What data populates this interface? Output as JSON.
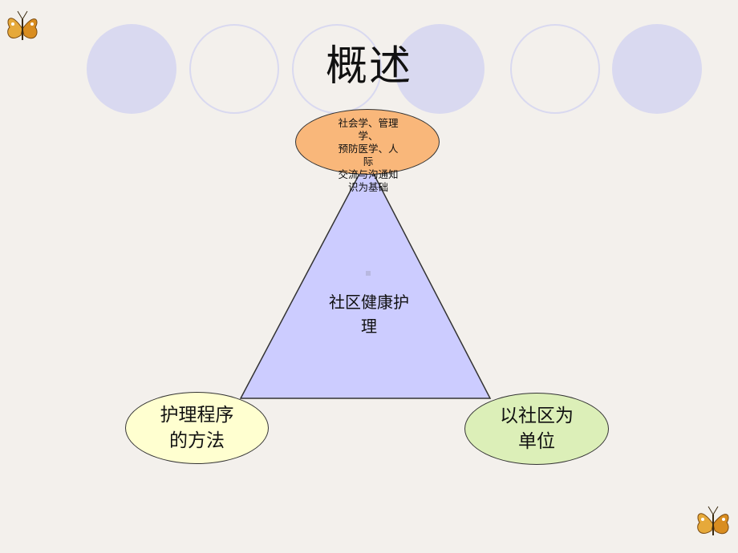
{
  "title": "概述",
  "top_oval": {
    "lines": [
      "社会学、管理",
      "学、",
      "预防医学、人",
      "际",
      "交流与沟通知",
      "识为基础"
    ]
  },
  "center": {
    "lines": [
      "社区健康护",
      "理"
    ]
  },
  "left_oval": {
    "lines": [
      "护理程序",
      "的方法"
    ]
  },
  "right_oval": {
    "lines": [
      "以社区为",
      "单位"
    ]
  },
  "colors": {
    "background": "#f3f0ec",
    "deco_circle": "#d9d9f0",
    "triangle": "#ccccff",
    "top_oval": "#f9b77a",
    "left_oval": "#ffffd0",
    "right_oval": "#dcefb8"
  },
  "icons": [
    "butterfly-icon-top-left",
    "butterfly-icon-bottom-right"
  ]
}
